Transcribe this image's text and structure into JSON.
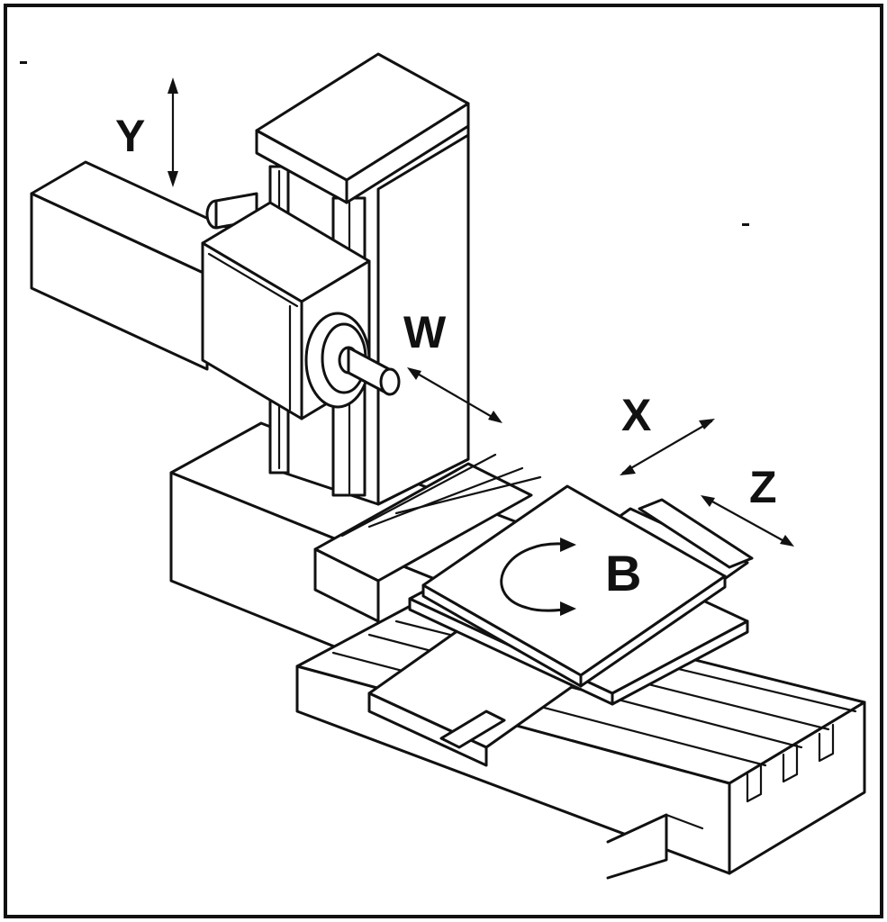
{
  "diagram": {
    "labels": {
      "y_axis": "Y",
      "w_axis": "W",
      "x_axis": "X",
      "z_axis": "Z",
      "b_axis": "B"
    },
    "colors": {
      "ink": "#111111",
      "paper": "#ffffff",
      "border": "#111111"
    }
  }
}
